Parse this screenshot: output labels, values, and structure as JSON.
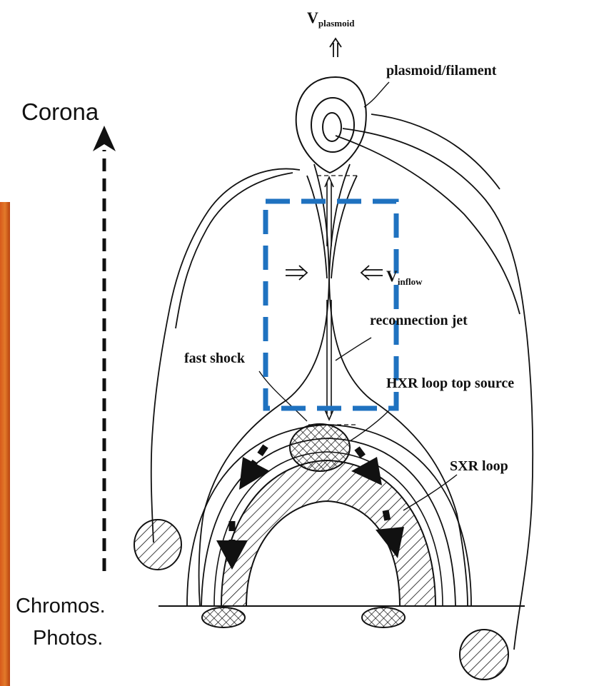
{
  "labels": {
    "v_plasmoid": "V",
    "v_plasmoid_sub": "plasmoid",
    "plasmoid_filament": "plasmoid/filament",
    "v_inflow": "V",
    "v_inflow_sub": "inflow",
    "reconnection_jet": "reconnection jet",
    "fast_shock": "fast shock",
    "hxr_source": "HXR loop top source",
    "sxr_loop": "SXR loop",
    "corona": "Corona",
    "chromosphere": "Chromos.",
    "photosphere": "Photos."
  },
  "colors": {
    "ink": "#111111",
    "box": "#1f72c0",
    "solar_strip": "#c8501a",
    "background": "#ffffff"
  }
}
